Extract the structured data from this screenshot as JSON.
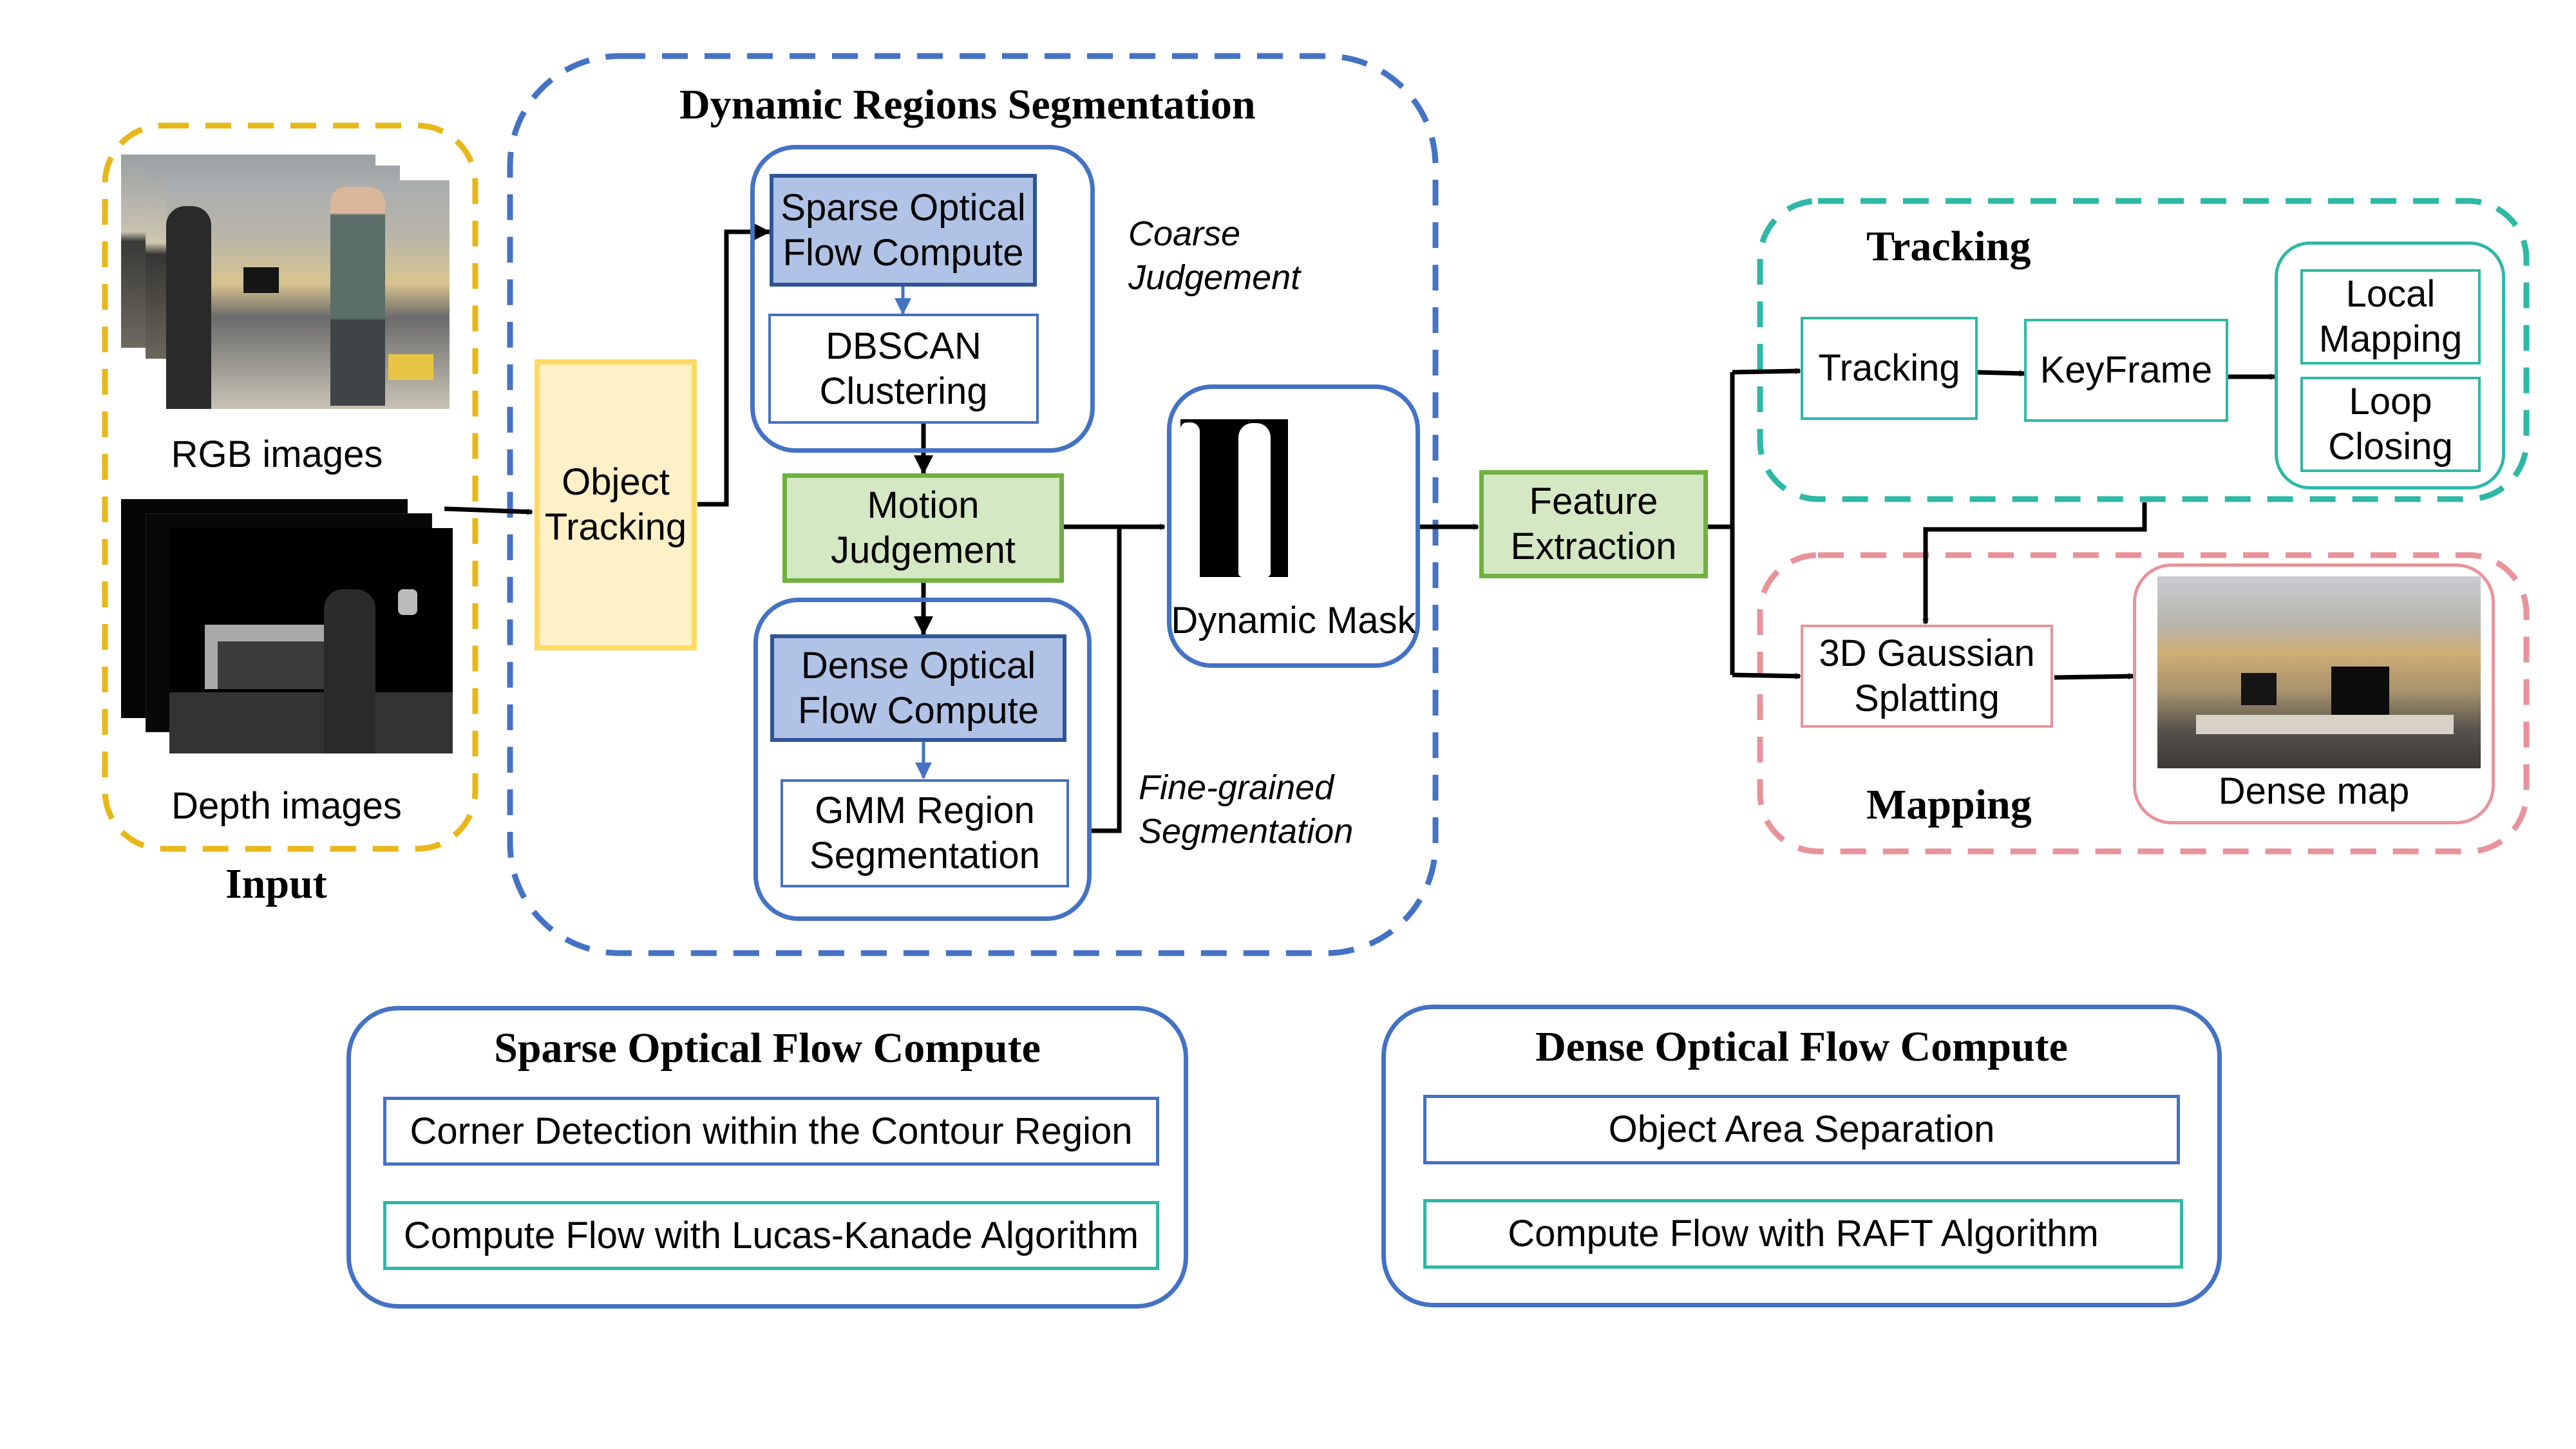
{
  "input": {
    "title": "Input",
    "rgb_label": "RGB images",
    "depth_label": "Depth images"
  },
  "object_tracking": {
    "label": "Object\nTracking"
  },
  "segmentation": {
    "title": "Dynamic Regions Segmentation",
    "sparse_flow": "Sparse Optical\nFlow Compute",
    "dbscan": "DBSCAN\nClustering",
    "motion": "Motion\nJudgement",
    "dense_flow": "Dense Optical\nFlow Compute",
    "gmm": "GMM Region\nSegmentation",
    "coarse_note": "Coarse\nJudgement",
    "fine_note": "Fine-grained\nSegmentation",
    "mask_label": "Dynamic Mask"
  },
  "feature_extraction": {
    "label": "Feature\nExtraction"
  },
  "tracking": {
    "title": "Tracking",
    "tracking_box": "Tracking",
    "keyframe_box": "KeyFrame",
    "local_mapping": "Local\nMapping",
    "loop_closing": "Loop\nClosing"
  },
  "mapping": {
    "title": "Mapping",
    "gaussian": "3D Gaussian\nSplatting",
    "dense_map_label": "Dense map"
  },
  "sparse_panel": {
    "title": "Sparse Optical Flow Compute",
    "steps": [
      "Corner Detection within the Contour Region",
      "Compute Flow with Lucas-Kanade Algorithm"
    ]
  },
  "dense_panel": {
    "title": "Dense Optical Flow Compute",
    "steps": [
      "Object Area Separation",
      "Compute Flow with RAFT Algorithm"
    ]
  },
  "colors": {
    "input_border": "#E8B71A",
    "segmentation_border": "#4472C4",
    "tracking_border": "#2EB8A6",
    "mapping_border": "#E8939B",
    "object_tracking_fill": "#FFF0C8",
    "object_tracking_border": "#FFD966",
    "flow_fill": "#B0C3E6",
    "flow_border": "#2F5597",
    "green_fill": "#D5E8C4",
    "green_border": "#70B040"
  }
}
